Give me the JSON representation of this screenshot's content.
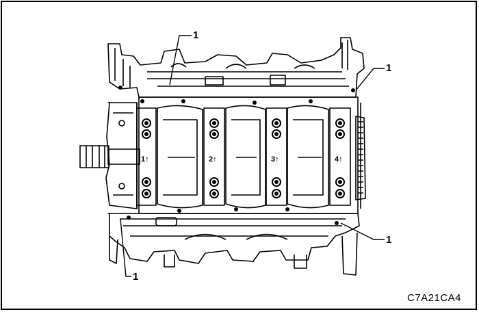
{
  "callouts": {
    "top_left": "1",
    "top_right": "1",
    "bottom_right": "1",
    "bottom_left": "1"
  },
  "bearing_cap_labels": [
    "1↑",
    "2↑",
    "3↑",
    "4↑"
  ],
  "figure_code": "C7A21CA4"
}
